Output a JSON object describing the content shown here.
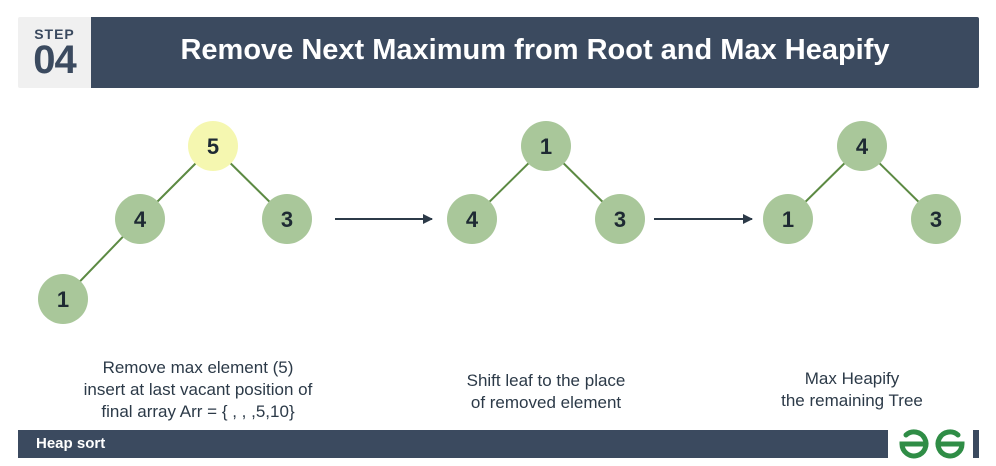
{
  "header": {
    "step_label": "STEP",
    "step_number": "04",
    "title": "Remove Next Maximum from Root and Max Heapify"
  },
  "trees": [
    {
      "nodes": [
        {
          "id": "a",
          "label": "5",
          "highlight": true
        },
        {
          "id": "b",
          "label": "4",
          "highlight": false
        },
        {
          "id": "c",
          "label": "3",
          "highlight": false
        },
        {
          "id": "d",
          "label": "1",
          "highlight": false
        }
      ],
      "edges": [
        [
          "a",
          "b"
        ],
        [
          "a",
          "c"
        ],
        [
          "b",
          "d"
        ]
      ]
    },
    {
      "nodes": [
        {
          "id": "a",
          "label": "1",
          "highlight": false
        },
        {
          "id": "b",
          "label": "4",
          "highlight": false
        },
        {
          "id": "c",
          "label": "3",
          "highlight": false
        }
      ],
      "edges": [
        [
          "a",
          "b"
        ],
        [
          "a",
          "c"
        ]
      ]
    },
    {
      "nodes": [
        {
          "id": "a",
          "label": "4",
          "highlight": false
        },
        {
          "id": "b",
          "label": "1",
          "highlight": false
        },
        {
          "id": "c",
          "label": "3",
          "highlight": false
        }
      ],
      "edges": [
        [
          "a",
          "b"
        ],
        [
          "a",
          "c"
        ]
      ]
    }
  ],
  "captions": {
    "left": [
      "Remove max element (5)",
      "insert at last vacant position of",
      "final array Arr = { , , ,5,10}"
    ],
    "middle": [
      "Shift leaf to the place",
      "of removed element"
    ],
    "right": [
      "Max Heapify",
      "the remaining Tree"
    ]
  },
  "footer": {
    "label": "Heap sort"
  },
  "colors": {
    "header_bg": "#3b4a5f",
    "node_fill": "#a9c79a",
    "node_highlight": "#f5f7b0",
    "edge": "#5c8a43",
    "arrow": "#2c3a48",
    "logo": "#2f8d46"
  }
}
